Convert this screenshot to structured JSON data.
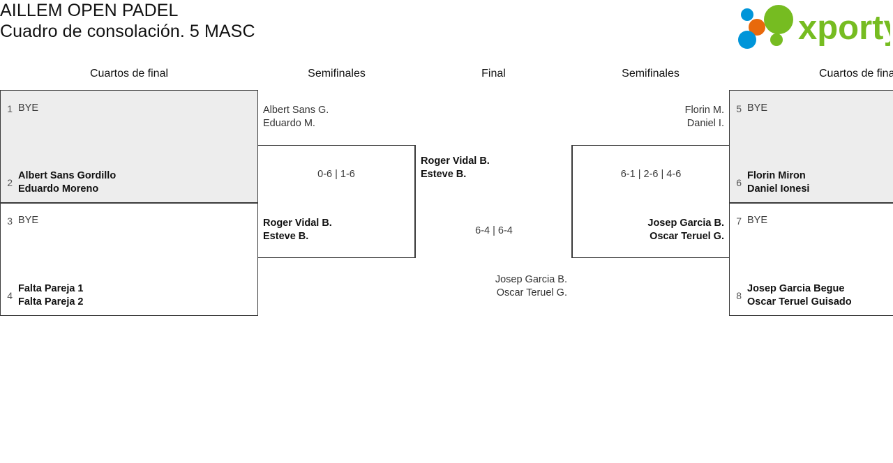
{
  "header": {
    "title_line1": "AILLEM OPEN PADEL",
    "title_line2": "Cuadro de consolación. 5 MASC",
    "logo_text": "xporty",
    "logo_colors": {
      "green": "#76bc21",
      "blue": "#0095d9",
      "orange": "#e8690b"
    }
  },
  "rounds": [
    {
      "label": "Cuartos de final"
    },
    {
      "label": "Semifinales"
    },
    {
      "label": "Final"
    },
    {
      "label": "Semifinales"
    },
    {
      "label": "Cuartos de final"
    }
  ],
  "left": {
    "qf": [
      {
        "top": {
          "seed": "1",
          "line1": "BYE",
          "line2": "",
          "state": "bye"
        },
        "bottom": {
          "seed": "2",
          "line1": "Albert Sans Gordillo",
          "line2": "Eduardo Moreno",
          "state": "win"
        },
        "score": ""
      },
      {
        "top": {
          "seed": "3",
          "line1": "BYE",
          "line2": "",
          "state": "bye"
        },
        "bottom": {
          "seed": "4",
          "line1": "Falta Pareja 1",
          "line2": "Falta Pareja 2",
          "state": "win"
        },
        "score": ""
      }
    ],
    "sf": {
      "top": {
        "line1": "Albert Sans G.",
        "line2": "Eduardo M.",
        "state": "lose"
      },
      "bottom": {
        "line1": "Roger Vidal B.",
        "line2": "Esteve B.",
        "state": "win"
      },
      "score": "0-6 | 1-6"
    }
  },
  "final": {
    "top": {
      "line1": "Roger Vidal B.",
      "line2": "Esteve B.",
      "state": "win"
    },
    "bottom": {
      "line1": "Josep Garcia B.",
      "line2": "Oscar Teruel G.",
      "state": "lose"
    },
    "score": "6-4 | 6-4"
  },
  "right": {
    "sf": {
      "top": {
        "line1": "Florin M.",
        "line2": "Daniel I.",
        "state": "lose"
      },
      "bottom": {
        "line1": "Josep Garcia B.",
        "line2": "Oscar Teruel G.",
        "state": "win"
      },
      "score": "6-1 | 2-6 | 4-6"
    },
    "qf": [
      {
        "top": {
          "seed": "5",
          "line1": "BYE",
          "line2": "",
          "state": "bye"
        },
        "bottom": {
          "seed": "6",
          "line1": "Florin Miron",
          "line2": "Daniel Ionesi",
          "state": "win"
        },
        "score": ""
      },
      {
        "top": {
          "seed": "7",
          "line1": "BYE",
          "line2": "",
          "state": "bye"
        },
        "bottom": {
          "seed": "8",
          "line1": "Josep Garcia Begue",
          "line2": "Oscar Teruel Guisado",
          "state": "win"
        },
        "score": ""
      }
    ]
  }
}
